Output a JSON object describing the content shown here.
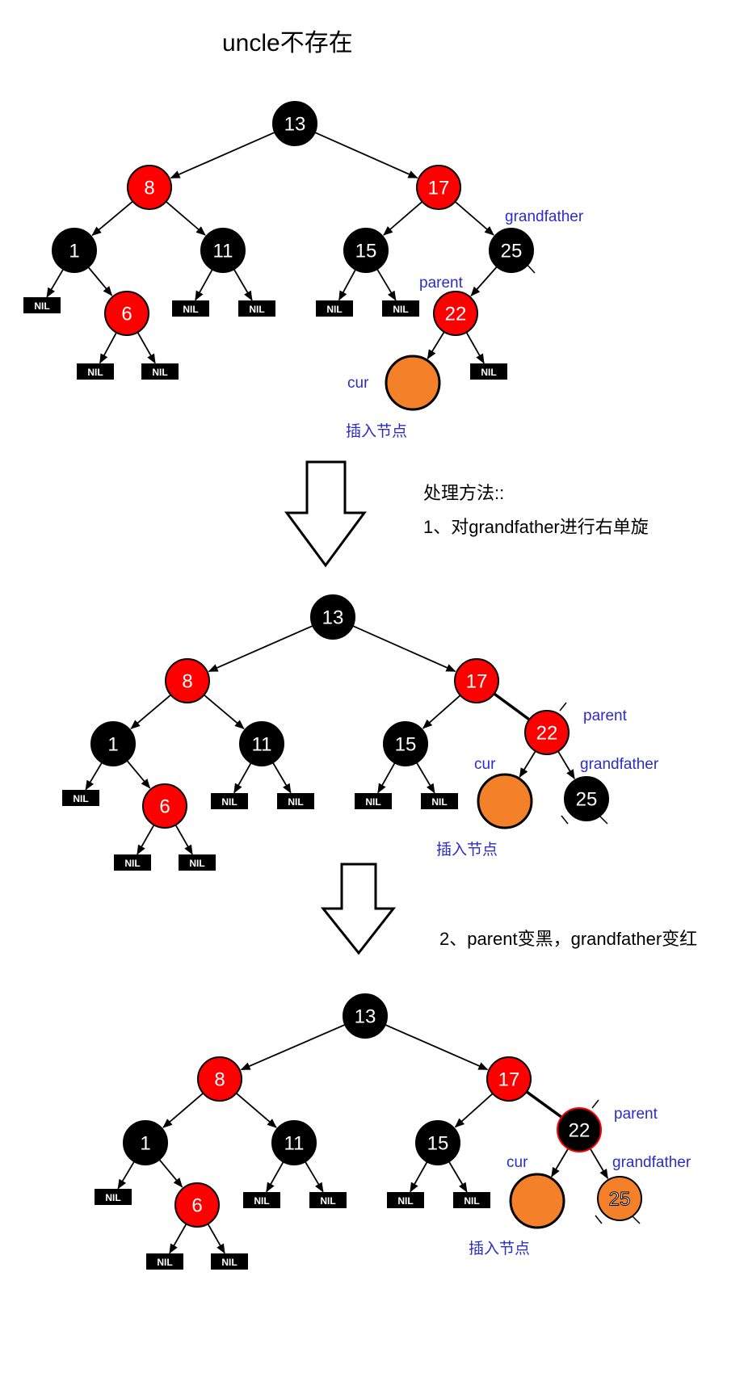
{
  "title": "uncle不存在",
  "steps": {
    "heading": "处理方法::",
    "step1": "1、对grandfather进行右单旋",
    "step2": "2、parent变黑，grandfather变红"
  },
  "labels": {
    "grandfather": "grandfather",
    "parent": "parent",
    "cur": "cur",
    "inserted": "插入节点"
  },
  "nil_text": "NIL",
  "colors": {
    "red": "#ff0000",
    "black": "#000000",
    "orange": "#f5802a",
    "label_blue": "#2c2cc8"
  },
  "trees": [
    {
      "nodes": [
        {
          "v": "13",
          "c": "black"
        },
        {
          "v": "8",
          "c": "red"
        },
        {
          "v": "17",
          "c": "red"
        },
        {
          "v": "1",
          "c": "black"
        },
        {
          "v": "11",
          "c": "black"
        },
        {
          "v": "15",
          "c": "black"
        },
        {
          "v": "25",
          "c": "black"
        },
        {
          "v": "6",
          "c": "red"
        },
        {
          "v": "22",
          "c": "red"
        },
        {
          "v": "",
          "c": "orange"
        }
      ]
    },
    {
      "nodes": [
        {
          "v": "13",
          "c": "black"
        },
        {
          "v": "8",
          "c": "red"
        },
        {
          "v": "17",
          "c": "red"
        },
        {
          "v": "1",
          "c": "black"
        },
        {
          "v": "11",
          "c": "black"
        },
        {
          "v": "15",
          "c": "black"
        },
        {
          "v": "22",
          "c": "red"
        },
        {
          "v": "6",
          "c": "red"
        },
        {
          "v": "",
          "c": "orange"
        },
        {
          "v": "25",
          "c": "black"
        }
      ]
    },
    {
      "nodes": [
        {
          "v": "13",
          "c": "black"
        },
        {
          "v": "8",
          "c": "red"
        },
        {
          "v": "17",
          "c": "red"
        },
        {
          "v": "1",
          "c": "black"
        },
        {
          "v": "11",
          "c": "black"
        },
        {
          "v": "15",
          "c": "black"
        },
        {
          "v": "22",
          "c": "black"
        },
        {
          "v": "6",
          "c": "red"
        },
        {
          "v": "",
          "c": "orange"
        },
        {
          "v": "25",
          "c": "orange"
        }
      ]
    }
  ]
}
